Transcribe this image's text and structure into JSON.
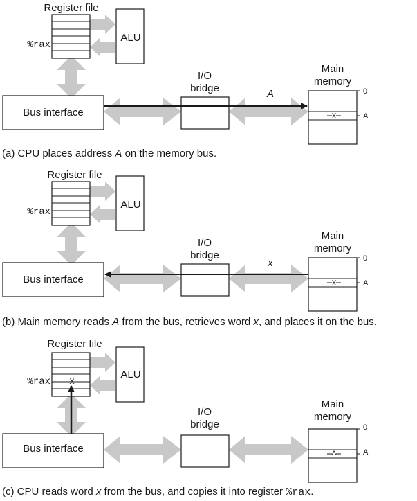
{
  "labels": {
    "register_file": "Register file",
    "alu": "ALU",
    "rax": "%rax",
    "io": "I/O",
    "bridge": "bridge",
    "main": "Main",
    "memory": "memory",
    "bus_interface": "Bus interface",
    "addr_zero": "0",
    "addr_a": "A",
    "cell_x": "X"
  },
  "panels": [
    {
      "bus_label": "A",
      "cpu_reg_x": "",
      "caption": {
        "pre": "(a) CPU places address ",
        "em": "A",
        "post": " on the memory bus.",
        "em2": "",
        "post2": "",
        "code": "",
        "post3": ""
      }
    },
    {
      "bus_label": "x",
      "cpu_reg_x": "",
      "caption": {
        "pre": "(b) Main memory reads ",
        "em": "A",
        "post": " from the bus, retrieves word ",
        "em2": "x",
        "post2": ", and places it on the bus.",
        "code": "",
        "post3": ""
      }
    },
    {
      "bus_label": "",
      "cpu_reg_x": "X",
      "caption": {
        "pre": "(c) CPU reads word ",
        "em": "x",
        "post": " from the bus, and copies it into register ",
        "em2": "",
        "post2": "",
        "code": "%rax",
        "post3": "."
      }
    }
  ]
}
